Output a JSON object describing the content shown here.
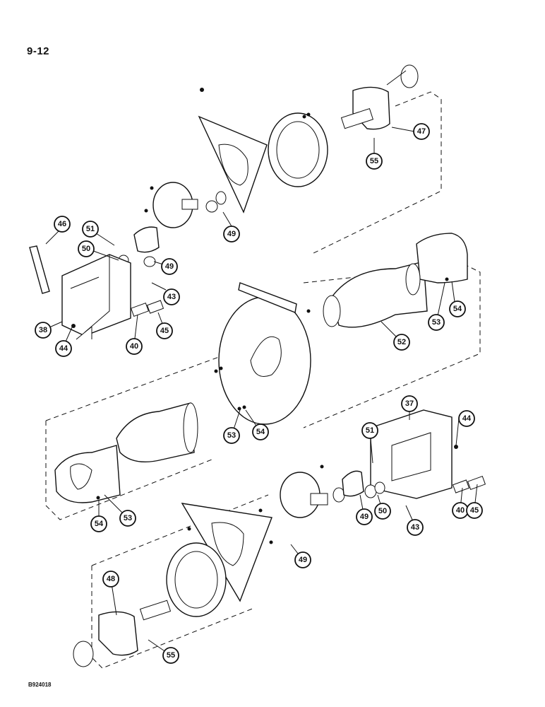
{
  "page": {
    "number": "9-12",
    "figure_code": "B924018"
  },
  "callouts": [
    {
      "label": "47"
    },
    {
      "label": "55"
    },
    {
      "label": "49"
    },
    {
      "label": "46"
    },
    {
      "label": "51"
    },
    {
      "label": "50"
    },
    {
      "label": "49"
    },
    {
      "label": "43"
    },
    {
      "label": "38"
    },
    {
      "label": "44"
    },
    {
      "label": "40"
    },
    {
      "label": "45"
    },
    {
      "label": "52"
    },
    {
      "label": "53"
    },
    {
      "label": "54"
    },
    {
      "label": "53"
    },
    {
      "label": "54"
    },
    {
      "label": "37"
    },
    {
      "label": "44"
    },
    {
      "label": "51"
    },
    {
      "label": "54"
    },
    {
      "label": "53"
    },
    {
      "label": "49"
    },
    {
      "label": "50"
    },
    {
      "label": "43"
    },
    {
      "label": "40"
    },
    {
      "label": "45"
    },
    {
      "label": "49"
    },
    {
      "label": "48"
    },
    {
      "label": "55"
    }
  ]
}
